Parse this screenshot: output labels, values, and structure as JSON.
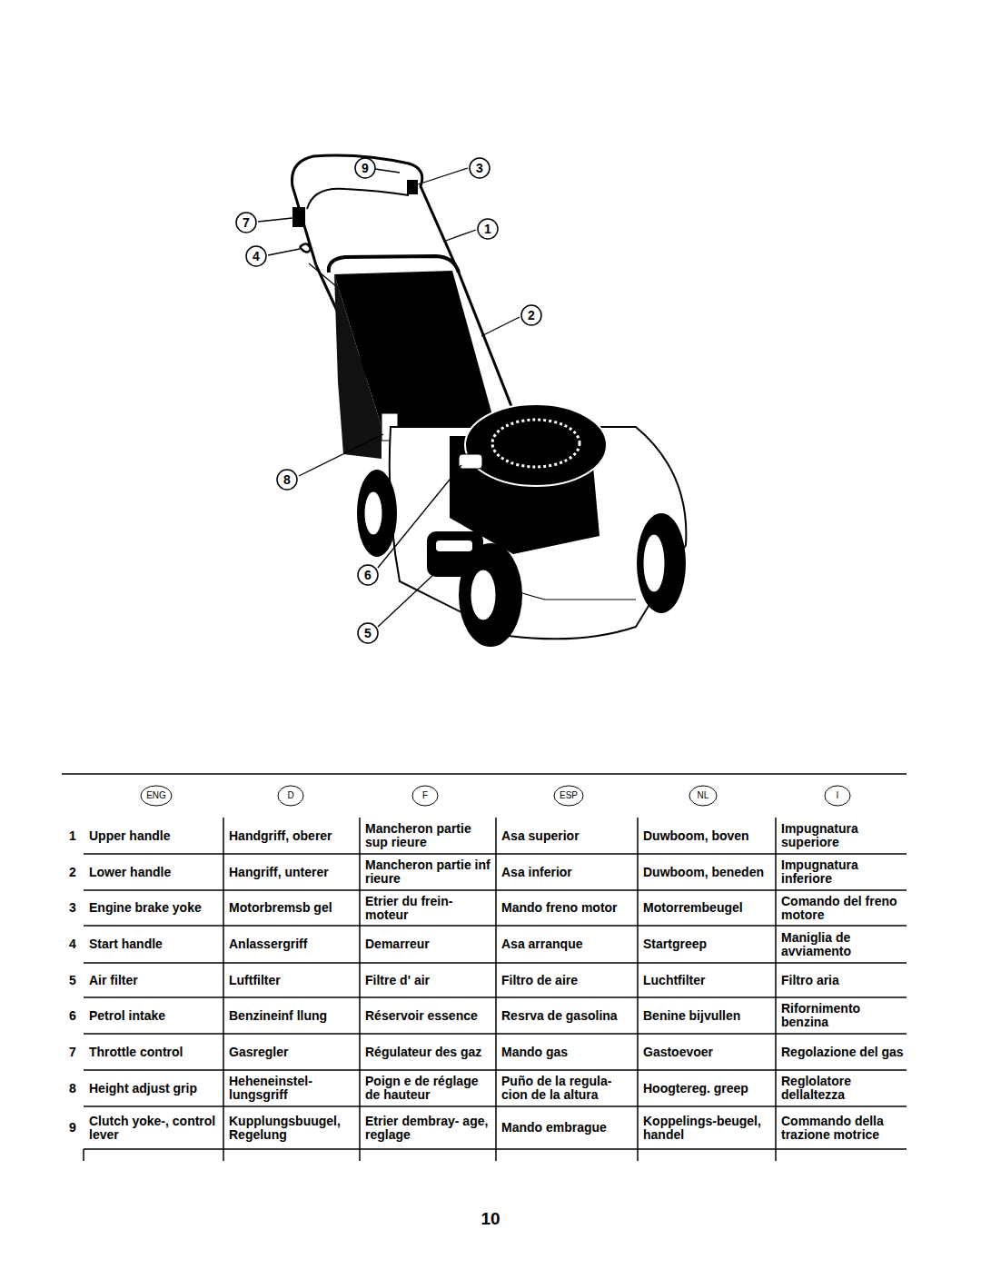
{
  "diagram": {
    "labels": [
      "9",
      "3",
      "7",
      "1",
      "4",
      "2",
      "8",
      "6",
      "5",
      "ENG",
      "D",
      "F",
      "ESP",
      "NL",
      "I",
      "1",
      "Upper handle",
      "Handgriff, oberer",
      "Mancheron partie sup rieure",
      "Asa superior",
      "Duwboom, boven",
      "Impugnatura superiore",
      "2",
      "Lower handle",
      "Hangriff, unterer",
      "Mancheron partie inf rieure",
      "Asa inferior",
      "Duwboom, beneden",
      "Impugnatura inferiore",
      "3",
      "Engine brake yoke",
      "Motorbremsb gel",
      "Etrier du frein- moteur",
      "Mando freno motor",
      "Motorrembeugel",
      "Comando del freno motore",
      "4",
      "Start handle",
      "Anlassergriff",
      "Demarreur",
      "Asa arranque",
      "Startgreep",
      "Maniglia de avviamento",
      "5",
      "Air filter",
      "Luftfilter",
      "Filtre d' air",
      "Filtro de aire",
      "Luchtfilter",
      "Filtro aria",
      "6",
      "Petrol intake",
      "Benzineinf llung",
      "Réservoir essence",
      "Resrva de gasolina",
      "Benine bijvullen",
      "Rifornimento benzina",
      "7",
      "Throttle control",
      "Gasregler",
      "Régulateur des gaz",
      "Mando gas",
      "Gastoevoer",
      "Regolazione del gas",
      "8",
      "Height adjust grip",
      "Heheneinstel- lungsgriff",
      "Poign e de réglage de hauteur",
      "Puño de la regula- cion de la altura",
      "Hoogtereg. greep",
      "Reglolatore dellaltezza",
      "9",
      "Clutch yoke-, control lever",
      "Kupplungsbuugel, Regelung",
      "Etrier dembray- age, reglage",
      "Mando embrague",
      "Koppelings-beugel, handel",
      "Commando della trazione motrice",
      "10"
    ]
  }
}
